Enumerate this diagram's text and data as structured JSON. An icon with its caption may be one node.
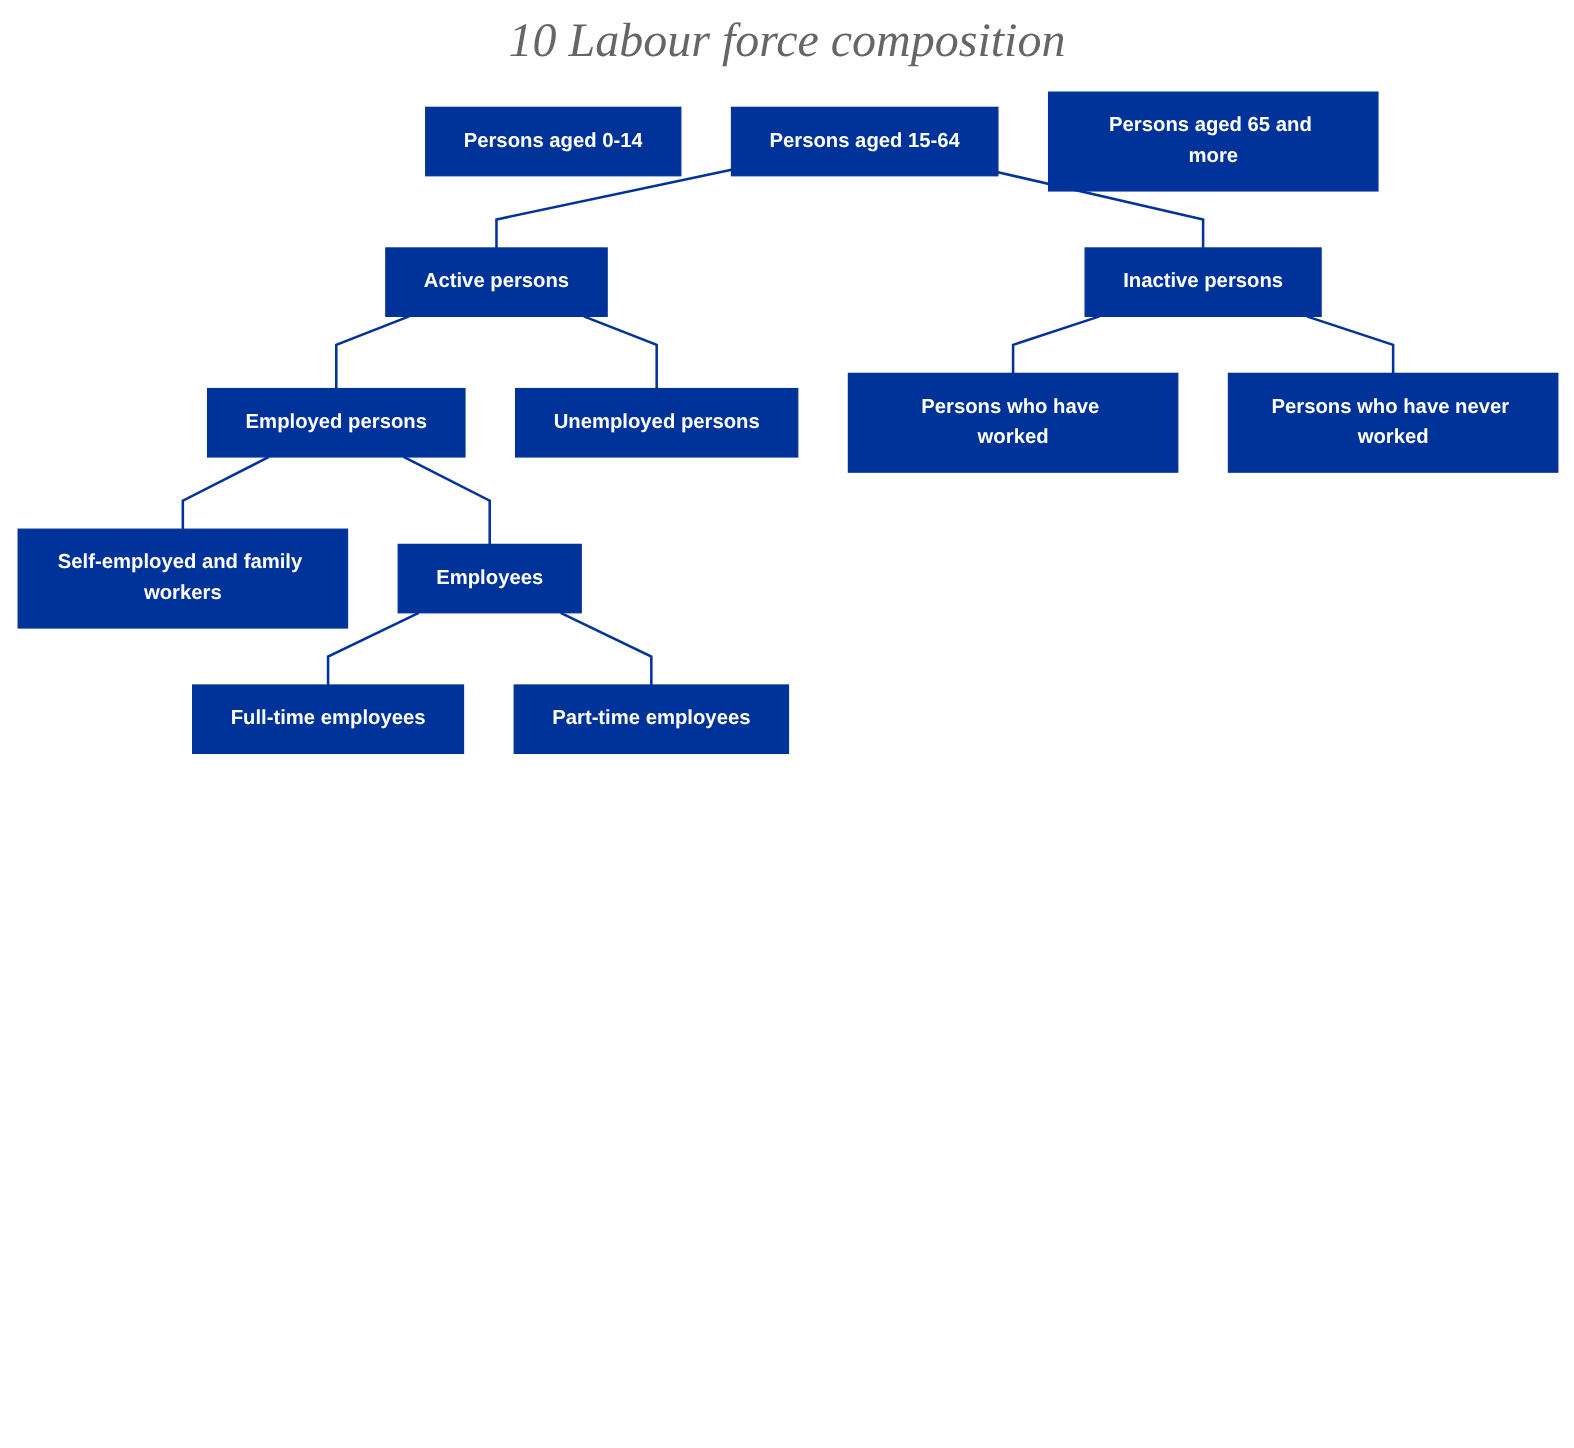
{
  "diagram": {
    "title": "10 Labour force composition",
    "nodes": [
      {
        "text": [
          "Persons aged 0-14"
        ]
      },
      {
        "text": [
          "Persons aged 15-64"
        ]
      },
      {
        "text": [
          "Persons aged 65 and more"
        ]
      },
      {
        "text": [
          "Active persons"
        ]
      },
      {
        "text": [
          "Inactive persons"
        ]
      },
      {
        "text": [
          "Employed persons"
        ]
      },
      {
        "text": [
          "Unemployed persons"
        ]
      },
      {
        "text": [
          "Persons who have worked"
        ]
      },
      {
        "text": [
          "Self-employed and family workers"
        ]
      },
      {
        "text": [
          "Employees"
        ]
      },
      {
        "text": [
          "Persons who have never worked"
        ]
      },
      {
        "text": [
          "Full-time employees"
        ]
      },
      {
        "text": [
          "Part-time employees"
        ]
      }
    ],
    "edges": [
      {
        "from": 1,
        "to": 3,
        "arrow": "none"
      },
      {
        "from": 1,
        "to": 4,
        "arrow": "none"
      },
      {
        "from": 3,
        "to": 5,
        "arrow": "none"
      },
      {
        "from": 3,
        "to": 6,
        "arrow": "none"
      },
      {
        "from": 5,
        "to": 8,
        "arrow": "none"
      },
      {
        "from": 5,
        "to": 9,
        "arrow": "none"
      },
      {
        "from": 9,
        "to": 11,
        "arrow": "none"
      },
      {
        "from": 9,
        "to": 12,
        "arrow": "none"
      },
      {
        "from": 4,
        "to": 7,
        "arrow": "none"
      },
      {
        "from": 4,
        "to": 10,
        "arrow": "none"
      }
    ]
  }
}
